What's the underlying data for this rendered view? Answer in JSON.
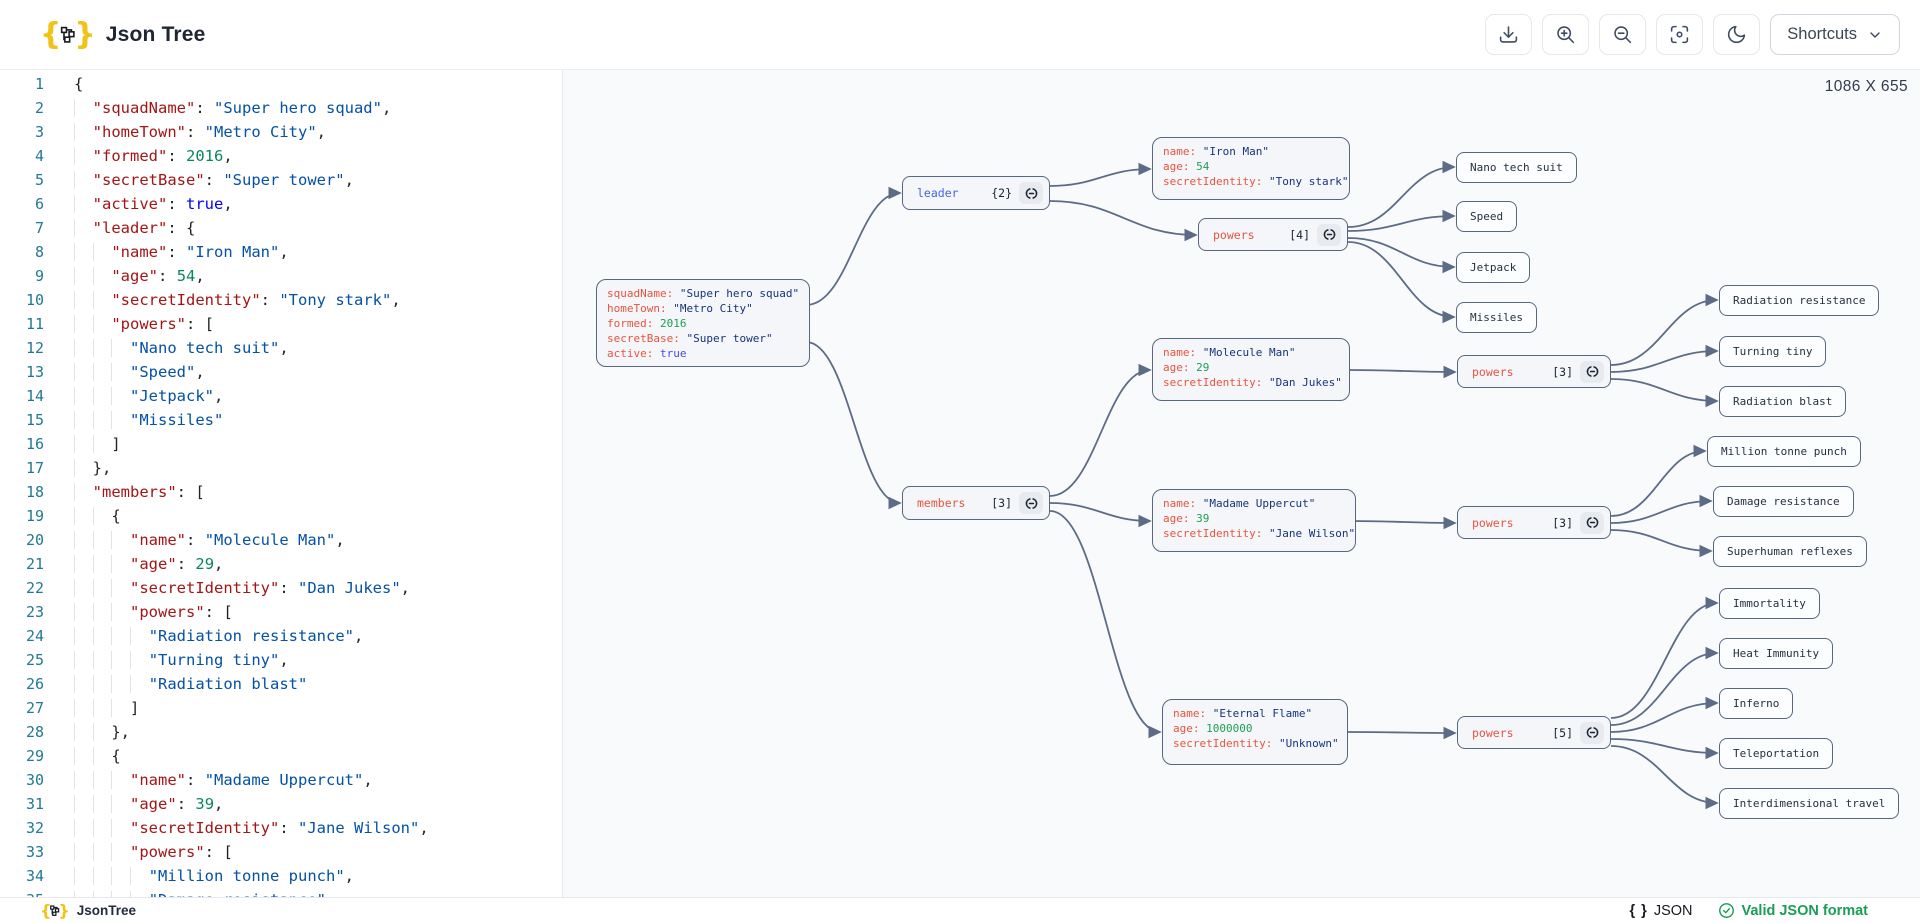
{
  "header": {
    "title": "Json Tree",
    "shortcuts_label": "Shortcuts",
    "buttons": [
      "download",
      "zoom-in",
      "zoom-out",
      "focus-view",
      "dark-mode"
    ]
  },
  "editor": {
    "lines": [
      "{",
      "  \"squadName\": \"Super hero squad\",",
      "  \"homeTown\": \"Metro City\",",
      "  \"formed\": 2016,",
      "  \"secretBase\": \"Super tower\",",
      "  \"active\": true,",
      "  \"leader\": {",
      "    \"name\": \"Iron Man\",",
      "    \"age\": 54,",
      "    \"secretIdentity\": \"Tony stark\",",
      "    \"powers\": [",
      "      \"Nano tech suit\",",
      "      \"Speed\",",
      "      \"Jetpack\",",
      "      \"Missiles\"",
      "    ]",
      "  },",
      "  \"members\": [",
      "    {",
      "      \"name\": \"Molecule Man\",",
      "      \"age\": 29,",
      "      \"secretIdentity\": \"Dan Jukes\",",
      "      \"powers\": [",
      "        \"Radiation resistance\",",
      "        \"Turning tiny\",",
      "        \"Radiation blast\"",
      "      ]",
      "    },",
      "    {",
      "      \"name\": \"Madame Uppercut\",",
      "      \"age\": 39,",
      "      \"secretIdentity\": \"Jane Wilson\",",
      "      \"powers\": [",
      "        \"Million tonne punch\",",
      "        \"Damage resistance\","
    ]
  },
  "graph": {
    "size_label": "1086 X 655",
    "nodes": {
      "root": {
        "type": "obj",
        "fields": [
          [
            "squadName",
            "\"Super hero squad\"",
            "s"
          ],
          [
            "homeTown",
            "\"Metro City\"",
            "s"
          ],
          [
            "formed",
            "2016",
            "n"
          ],
          [
            "secretBase",
            "\"Super tower\"",
            "s"
          ],
          [
            "active",
            "true",
            "b"
          ]
        ]
      },
      "leader": {
        "type": "ref",
        "key": "leader",
        "count": "{2}",
        "key_type": "obj-key"
      },
      "members": {
        "type": "ref",
        "key": "members",
        "count": "[3]",
        "key_type": "arr-key"
      },
      "iron_man": {
        "type": "obj",
        "fields": [
          [
            "name",
            "\"Iron Man\"",
            "s"
          ],
          [
            "age",
            "54",
            "n"
          ],
          [
            "secretIdentity",
            "\"Tony stark\"",
            "s"
          ]
        ]
      },
      "powers_leader": {
        "type": "ref",
        "key": "powers",
        "count": "[4]",
        "key_type": "arr-key"
      },
      "leaf_nano": {
        "type": "leaf",
        "label": "Nano tech suit"
      },
      "leaf_speed": {
        "type": "leaf",
        "label": "Speed"
      },
      "leaf_jetpack": {
        "type": "leaf",
        "label": "Jetpack"
      },
      "leaf_missiles": {
        "type": "leaf",
        "label": "Missiles"
      },
      "molecule_man": {
        "type": "obj",
        "fields": [
          [
            "name",
            "\"Molecule Man\"",
            "s"
          ],
          [
            "age",
            "29",
            "n"
          ],
          [
            "secretIdentity",
            "\"Dan Jukes\"",
            "s"
          ]
        ]
      },
      "powers_molecule": {
        "type": "ref",
        "key": "powers",
        "count": "[3]",
        "key_type": "arr-key"
      },
      "leaf_radiation_resistance": {
        "type": "leaf",
        "label": "Radiation resistance"
      },
      "leaf_turning_tiny": {
        "type": "leaf",
        "label": "Turning tiny"
      },
      "leaf_radiation_blast": {
        "type": "leaf",
        "label": "Radiation blast"
      },
      "madame_uppercut": {
        "type": "obj",
        "fields": [
          [
            "name",
            "\"Madame Uppercut\"",
            "s"
          ],
          [
            "age",
            "39",
            "n"
          ],
          [
            "secretIdentity",
            "\"Jane Wilson\"",
            "s"
          ]
        ]
      },
      "powers_madame": {
        "type": "ref",
        "key": "powers",
        "count": "[3]",
        "key_type": "arr-key"
      },
      "leaf_million_tonne_punch": {
        "type": "leaf",
        "label": "Million tonne punch"
      },
      "leaf_damage_resistance": {
        "type": "leaf",
        "label": "Damage resistance"
      },
      "leaf_superhuman_reflexes": {
        "type": "leaf",
        "label": "Superhuman reflexes"
      },
      "eternal_flame": {
        "type": "obj",
        "fields": [
          [
            "name",
            "\"Eternal Flame\"",
            "s"
          ],
          [
            "age",
            "1000000",
            "n"
          ],
          [
            "secretIdentity",
            "\"Unknown\"",
            "s"
          ]
        ]
      },
      "powers_eternal": {
        "type": "ref",
        "key": "powers",
        "count": "[5]",
        "key_type": "arr-key"
      },
      "leaf_immortality": {
        "type": "leaf",
        "label": "Immortality"
      },
      "leaf_heat_immunity": {
        "type": "leaf",
        "label": "Heat Immunity"
      },
      "leaf_inferno": {
        "type": "leaf",
        "label": "Inferno"
      },
      "leaf_teleportation": {
        "type": "leaf",
        "label": "Teleportation"
      },
      "leaf_interdimensional_travel": {
        "type": "leaf",
        "label": "Interdimensional travel"
      }
    }
  },
  "footer": {
    "brand": "JsonTree",
    "braces": "{ }",
    "format_label": "JSON",
    "valid_label": "Valid JSON format"
  },
  "colors": {
    "logo_yellow": "#F2C317",
    "valid_green": "#1A9E55",
    "node_array_key": "#E8543F",
    "node_object_key": "#4263EB",
    "edge": "#5C6C86",
    "editor_key": "#a31515",
    "editor_string": "#0451a5",
    "editor_number": "#098658"
  }
}
